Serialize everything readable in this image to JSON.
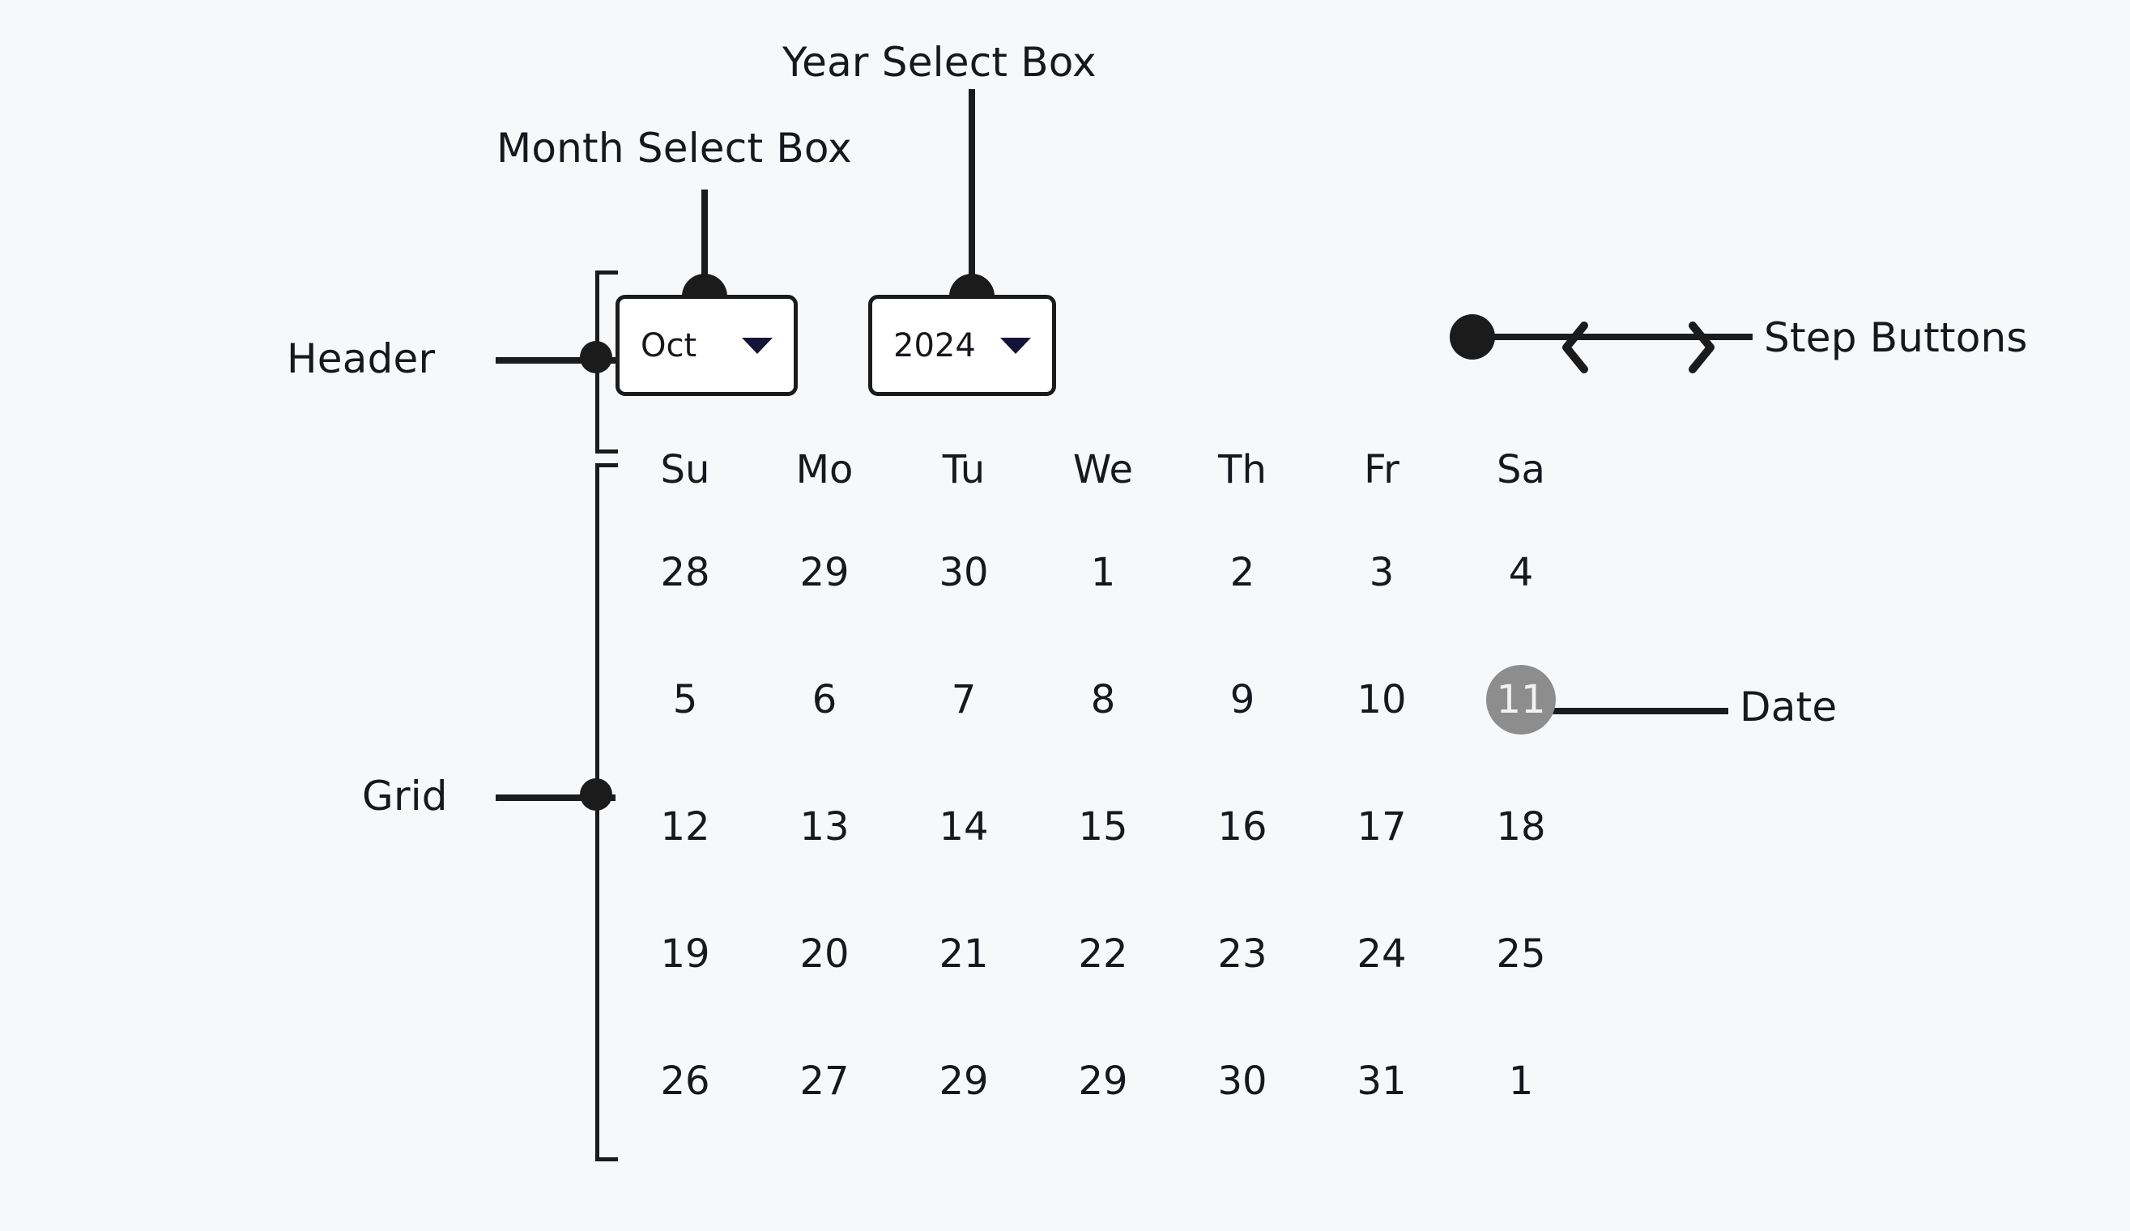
{
  "background_color": "#f7f8fa",
  "ink_color": "#1b1b1b",
  "annotations": {
    "month_select": "Month Select Box",
    "year_select": "Year Select Box",
    "step_buttons": "Step Buttons",
    "header": "Header",
    "grid": "Grid",
    "date": "Date"
  },
  "picker": {
    "header": {
      "month": {
        "value": "Oct",
        "caret_icon": "chevron-down-icon"
      },
      "year": {
        "value": "2024",
        "caret_icon": "chevron-down-icon"
      },
      "steps": {
        "prev_icon": "chevron-left-icon",
        "next_icon": "chevron-right-icon"
      }
    },
    "grid": {
      "weekdays": [
        "Su",
        "Mo",
        "Tu",
        "We",
        "Th",
        "Fr",
        "Sa"
      ],
      "selected_day": "11",
      "selected_color": "#8d8d8d",
      "selected_text_color": "#f2f2f2",
      "rows": [
        [
          "28",
          "29",
          "30",
          "1",
          "2",
          "3",
          "4"
        ],
        [
          "5",
          "6",
          "7",
          "8",
          "9",
          "10",
          "11"
        ],
        [
          "12",
          "13",
          "14",
          "15",
          "16",
          "17",
          "18"
        ],
        [
          "19",
          "20",
          "21",
          "22",
          "23",
          "24",
          "25"
        ],
        [
          "26",
          "27",
          "29",
          "29",
          "30",
          "31",
          "1"
        ]
      ]
    }
  }
}
